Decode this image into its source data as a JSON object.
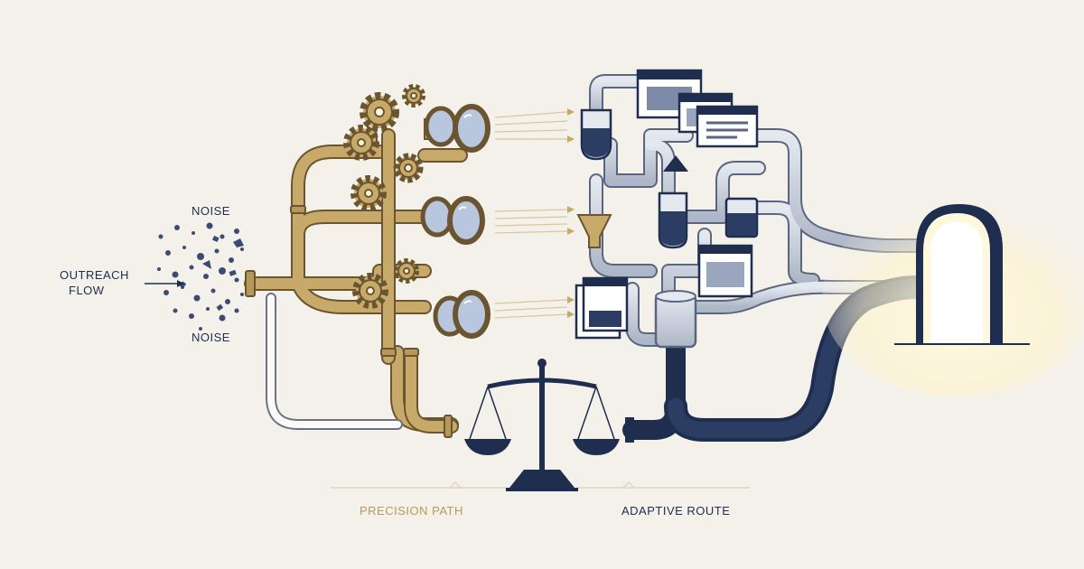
{
  "labels": {
    "noise_top": "NOISE",
    "noise_bottom": "NOISE",
    "outreach_line1": "OUTREACH",
    "outreach_line2": "FLOW",
    "precision_path": "PRECISION PATH",
    "adaptive_route": "ADAPTIVE ROUTE"
  },
  "colors": {
    "background": "#f4f1ea",
    "gold_pipe": "#c7a96a",
    "gold_outline": "#6b5530",
    "navy": "#1f2d4e",
    "steel": "#c9cfdb",
    "lens_glass": "#b8c7dd",
    "portal_glow": "#fff8dc"
  },
  "icons": [
    "gear-icon",
    "magnifier-icon",
    "balance-scale-icon",
    "funnel-icon",
    "browser-window-icon",
    "flask-icon",
    "glowing-doorway-icon"
  ]
}
